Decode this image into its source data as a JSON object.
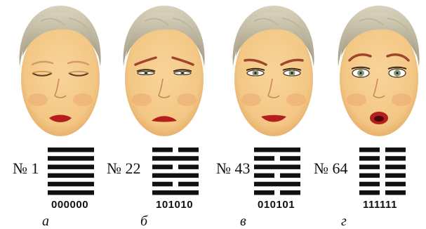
{
  "panels": [
    {
      "number": "№ 1",
      "code": "000000",
      "letter": "а",
      "bits": [
        0,
        0,
        0,
        0,
        0,
        0
      ],
      "face": {
        "eyes": "closed",
        "brows": "flat",
        "mouth": "soft"
      }
    },
    {
      "number": "№ 22",
      "code": "101010",
      "letter": "б",
      "bits": [
        1,
        0,
        1,
        0,
        1,
        0
      ],
      "face": {
        "eyes": "half-open",
        "brows": "worried",
        "mouth": "frown"
      }
    },
    {
      "number": "№ 43",
      "code": "010101",
      "letter": "в",
      "bits": [
        0,
        1,
        0,
        1,
        0,
        1
      ],
      "face": {
        "eyes": "open",
        "brows": "stern",
        "mouth": "smile"
      }
    },
    {
      "number": "№ 64",
      "code": "111111",
      "letter": "г",
      "bits": [
        1,
        1,
        1,
        1,
        1,
        1
      ],
      "face": {
        "eyes": "wide",
        "brows": "raised",
        "mouth": "open"
      }
    }
  ],
  "colors": {
    "skin": "#f3c784",
    "skin_shadow": "#e3a862",
    "hair": "#c7c0a8",
    "hair_dark": "#a49c83",
    "brow": "#a0452c",
    "lip": "#b51e1e",
    "iris": "#8a9a78",
    "ink": "#111111"
  }
}
